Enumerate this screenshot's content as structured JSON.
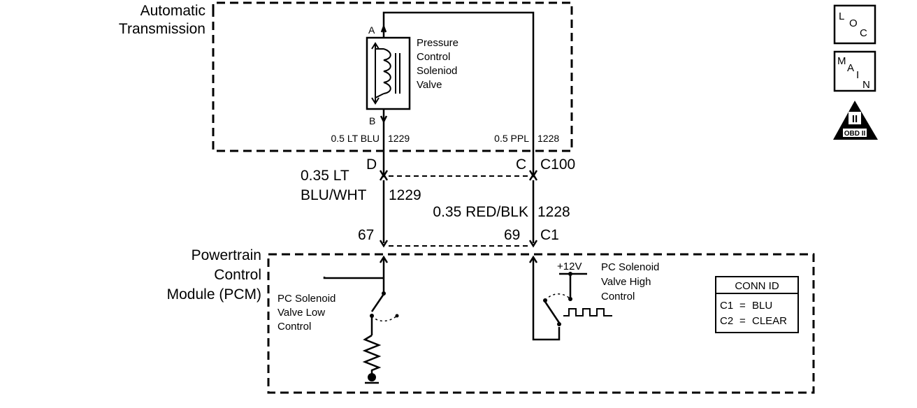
{
  "components": {
    "transmission": {
      "line1": "Automatic",
      "line2": "Transmission"
    },
    "solenoid": {
      "line1": "Pressure",
      "line2": "Control",
      "line3": "Soleniod",
      "line4": "Valve",
      "pin_a": "A",
      "pin_b": "B"
    },
    "pcm": {
      "line1": "Powertrain",
      "line2": "Control",
      "line3": "Module (PCM)"
    },
    "low_control": {
      "line1": "PC Solenoid",
      "line2": "Valve Low",
      "line3": "Control"
    },
    "high_control": {
      "line1": "PC Solenoid",
      "line2": "Valve High",
      "line3": "Control",
      "voltage": "+12V"
    }
  },
  "wires": {
    "upper_left": {
      "label": "0.5 LT BLU",
      "circuit": "1229"
    },
    "upper_right": {
      "label": "0.5 PPL",
      "circuit": "1228"
    },
    "lower_left": {
      "line1": "0.35 LT",
      "line2": "BLU/WHT",
      "circuit": "1229"
    },
    "lower_right": {
      "label": "0.35 RED/BLK",
      "circuit": "1228"
    }
  },
  "connectors": {
    "c100": {
      "name": "C100",
      "pin_left": "D",
      "pin_right": "C"
    },
    "c1": {
      "name": "C1",
      "pin_left": "67",
      "pin_right": "69"
    }
  },
  "conn_id": {
    "title": "CONN ID",
    "rows": [
      {
        "conn": "C1",
        "eq": "=",
        "color": "BLU"
      },
      {
        "conn": "C2",
        "eq": "=",
        "color": "CLEAR"
      }
    ]
  },
  "icons": {
    "loc": {
      "l1": "L",
      "l2": "O",
      "l3": "C"
    },
    "main": {
      "l1": "M",
      "l2": "A",
      "l3": "I",
      "l4": "N"
    },
    "obd": {
      "numeral": "II",
      "text": "OBD II"
    }
  }
}
